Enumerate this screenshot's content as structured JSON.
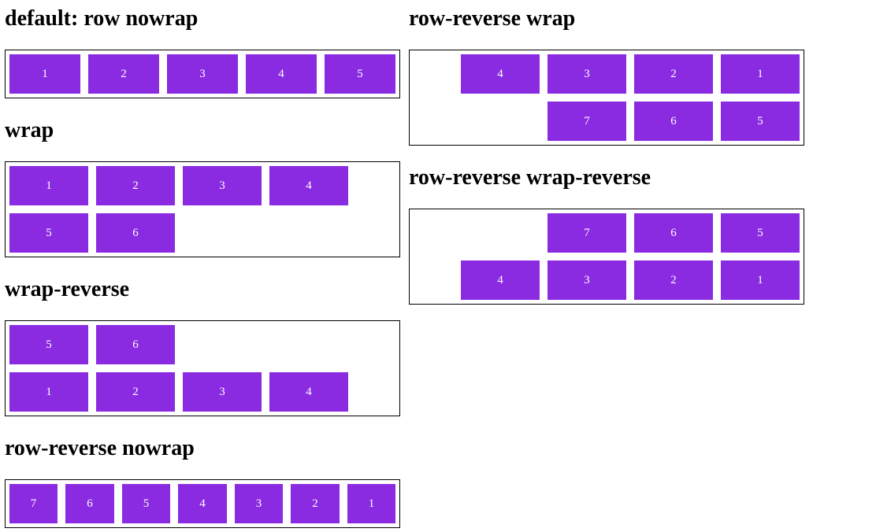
{
  "colors": {
    "item_background": "#8a2be2",
    "item_text": "#ffffff",
    "container_border": "#000000",
    "title_text": "#000000"
  },
  "demos": {
    "default_row_nowrap": {
      "title": "default: row nowrap",
      "items": [
        "1",
        "2",
        "3",
        "4",
        "5"
      ]
    },
    "wrap": {
      "title": "wrap",
      "items": [
        "1",
        "2",
        "3",
        "4",
        "5",
        "6"
      ]
    },
    "wrap_reverse": {
      "title": "wrap-reverse",
      "items": [
        "5",
        "6",
        "1",
        "2",
        "3",
        "4"
      ]
    },
    "row_reverse_nowrap": {
      "title": "row-reverse nowrap",
      "items": [
        "7",
        "6",
        "5",
        "4",
        "3",
        "2",
        "1"
      ]
    },
    "row_reverse_wrap": {
      "title": "row-reverse wrap",
      "items": [
        "4",
        "3",
        "2",
        "1",
        "7",
        "6",
        "5"
      ]
    },
    "row_reverse_wrap_reverse": {
      "title": "row-reverse wrap-reverse",
      "items": [
        "7",
        "6",
        "5",
        "4",
        "3",
        "2",
        "1"
      ]
    }
  }
}
